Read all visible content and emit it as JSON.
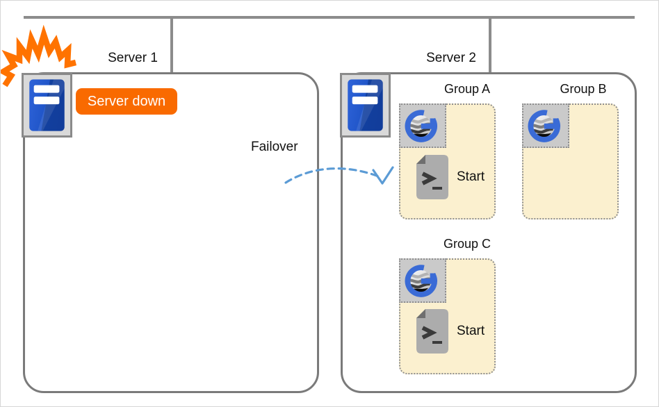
{
  "diagram": {
    "server1": {
      "label": "Server 1",
      "down_badge": "Server down"
    },
    "server2": {
      "label": "Server 2"
    },
    "failover_label": "Failover",
    "groups": [
      {
        "label": "Group A",
        "start_label": "Start"
      },
      {
        "label": "Group B"
      },
      {
        "label": "Group C",
        "start_label": "Start"
      }
    ],
    "icons": {
      "server": "server-tower-icon",
      "app": "g-globe-app-icon",
      "script": "shell-script-icon",
      "burst": "failure-burst-icon",
      "arrow": "failover-dashed-arrow"
    },
    "colors": {
      "badge_orange": "#F96A00",
      "burst_orange": "#FF7300",
      "logo_blue": "#3A6BD6",
      "server_blue": "#1D4FC0",
      "arrow_blue": "#5B9BD5",
      "group_fill": "#FBF0CF",
      "line_gray": "#8C8C8C",
      "box_border_gray": "#7A7A7A"
    }
  }
}
